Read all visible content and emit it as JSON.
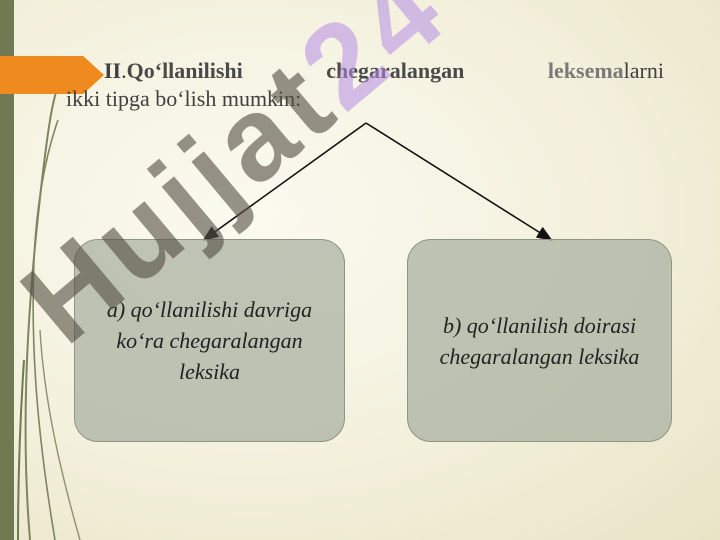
{
  "heading": {
    "roman": "II",
    "dot": ".",
    "w1": "Qo‘llanilishi",
    "w2": "chegaralangan",
    "w3_bold": "leksema",
    "w3_rest": "larni",
    "line2": "ikki tipga bo‘lish mumkin:"
  },
  "boxes": {
    "a": "a) qo‘llanilishi davriga ko‘ra chegaralangan leksika",
    "b": "b) qo‘llanilish doirasi chegaralangan leksika"
  },
  "watermark": {
    "part1": "Hujjat",
    "part2": "24"
  },
  "colors": {
    "accent": "#ef8a1e",
    "side_bar": "#6f7a52",
    "box_fill": "#a8afa0",
    "watermark_purple": "#b48ce6"
  }
}
